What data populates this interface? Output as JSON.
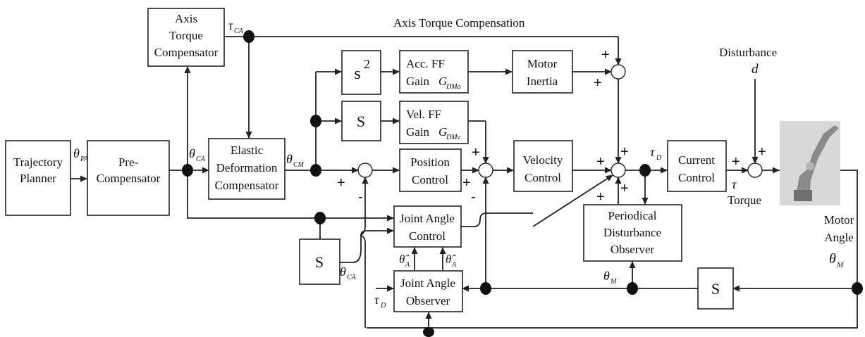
{
  "blocks": {
    "planner": [
      "Trajectory",
      "Planner"
    ],
    "precomp": [
      "Pre-",
      "Compensator"
    ],
    "axis_torque_comp": [
      "Axis",
      "Torque",
      "Compensator"
    ],
    "elastic": [
      "Elastic",
      "Deformation",
      "Compensator"
    ],
    "s2": "s",
    "s2_exp": "2",
    "s_vel": "S",
    "acc_ff": [
      "Acc. FF",
      "Gain"
    ],
    "acc_ff_sym": "G",
    "acc_ff_sub": "DMa",
    "vel_ff": [
      "Vel. FF",
      "Gain"
    ],
    "vel_ff_sym": "G",
    "vel_ff_sub": "DMv",
    "motor_inertia": [
      "Motor",
      "Inertia"
    ],
    "position_control": [
      "Position",
      "Control"
    ],
    "velocity_control": [
      "Velocity",
      "Control"
    ],
    "current_control": [
      "Current",
      "Control"
    ],
    "joint_angle_control": [
      "Joint Angle",
      "Control"
    ],
    "joint_angle_observer": [
      "Joint Angle",
      "Observer"
    ],
    "pdo": [
      "Periodical",
      "Disturbance",
      "Observer"
    ],
    "s_left": "S",
    "s_right": "S"
  },
  "labels": {
    "axis_torque_compensation": "Axis Torque Compensation",
    "disturbance": "Disturbance",
    "disturbance_sym": "d",
    "torque_sym": "τ",
    "torque": "Torque",
    "motor_angle": [
      "Motor",
      "Angle"
    ],
    "theta": "θ",
    "theta_hat": "θ̂",
    "tau": "τ",
    "sub_PA": "PA",
    "sub_CA": "CA",
    "sub_CM": "CM",
    "sub_M": "M",
    "sub_A": "A",
    "sub_D": "D"
  },
  "signs": {
    "plus": "+",
    "minus": "-"
  },
  "colors": {
    "line": "#222222",
    "dot": "#111111",
    "robot_bg": "#d8d8d8",
    "robot_arm": "#8a8a8a"
  }
}
